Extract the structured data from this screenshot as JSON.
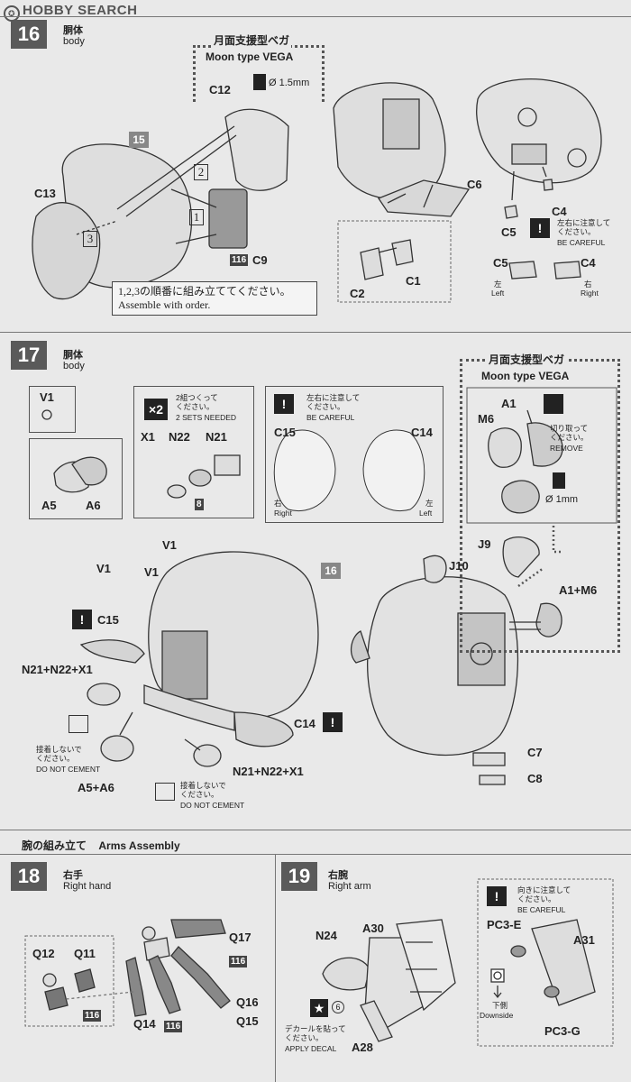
{
  "header": {
    "logo": "HOBBY SEARCH"
  },
  "step16": {
    "number": "16",
    "title_jp": "胴体",
    "title_en": "body",
    "moon_jp": "月面支援型ベガ",
    "moon_en": "Moon type VEGA",
    "drill": "Ø 1.5mm",
    "ref_step": "15",
    "seq": [
      "1",
      "2",
      "3"
    ],
    "parts": [
      "C12",
      "C13",
      "C9",
      "C6",
      "C1",
      "C2",
      "C4",
      "C5",
      "C5",
      "C4"
    ],
    "tag": "116",
    "careful_jp": "左右に注意して\nください。",
    "careful_en": "BE CAREFUL",
    "left_jp": "左",
    "left_en": "Left",
    "right_jp": "右",
    "right_en": "Right",
    "order_jp": "1,2,3の順番に組み立ててください。",
    "order_en": "Assemble with order."
  },
  "step17": {
    "number": "17",
    "title_jp": "胴体",
    "title_en": "body",
    "v1": "V1",
    "a5": "A5",
    "a6": "A6",
    "x2": "×2",
    "sets_jp": "2組つくって\nください。",
    "sets_en": "2 SETS NEEDED",
    "x1": "X1",
    "n22": "N22",
    "n21": "N21",
    "tag8": "8",
    "careful_jp": "左右に注意して\nください。",
    "careful_en": "BE CAREFUL",
    "c15": "C15",
    "c14": "C14",
    "right_jp": "右",
    "right_en": "Right",
    "left_jp": "左",
    "left_en": "Left",
    "moon_jp": "月面支援型ベガ",
    "moon_en": "Moon type VEGA",
    "a1": "A1",
    "m6": "M6",
    "remove_jp": "切り取って\nください。",
    "remove_en": "REMOVE",
    "drill": "Ø 1mm",
    "ref_step": "16",
    "main_labels": [
      "V1",
      "V1",
      "V1",
      "C15",
      "N21+N22+X1",
      "A5+A6",
      "C14",
      "N21+N22+X1",
      "J9",
      "J10",
      "A1+M6",
      "C7",
      "C8"
    ],
    "nocement_jp": "接着しないで\nください。",
    "nocement_en": "DO NOT CEMENT"
  },
  "arms": {
    "title_jp": "腕の組み立て",
    "title_en": "Arms Assembly"
  },
  "step18": {
    "number": "18",
    "title_jp": "右手",
    "title_en": "Right hand",
    "parts": [
      "Q12",
      "Q11",
      "Q17",
      "Q16",
      "Q15",
      "Q14"
    ],
    "tag": "116"
  },
  "step19": {
    "number": "19",
    "title_jp": "右腕",
    "title_en": "Right arm",
    "parts": [
      "N24",
      "A30",
      "A28",
      "PC3-E",
      "A31",
      "PC3-G"
    ],
    "decal_num": "6",
    "decal_jp": "デカールを貼って\nください。",
    "decal_en": "APPLY DECAL",
    "careful_jp": "向きに注意して\nください。",
    "careful_en": "BE CAREFUL",
    "down_jp": "下側",
    "down_en": "Downside"
  }
}
